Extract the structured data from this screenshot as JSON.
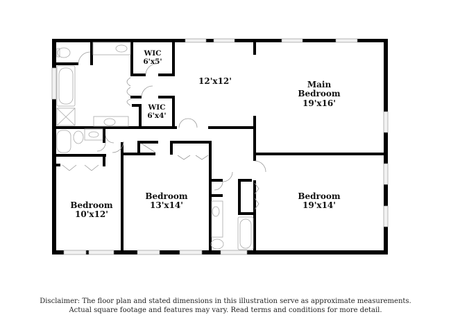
{
  "floorplan": {
    "rooms": [
      {
        "id": "wic-1",
        "name": "WIC",
        "size": "6'x5'"
      },
      {
        "id": "wic-2",
        "name": "WIC",
        "size": "6'x4'"
      },
      {
        "id": "loft",
        "name": "",
        "size": "12'x12'"
      },
      {
        "id": "main-bedroom",
        "name_line1": "Main",
        "name_line2": "Bedroom",
        "size": "19'x16'"
      },
      {
        "id": "bedroom-1",
        "name": "Bedroom",
        "size": "10'x12'"
      },
      {
        "id": "bedroom-2",
        "name": "Bedroom",
        "size": "13'x14'"
      },
      {
        "id": "bedroom-3",
        "name": "Bedroom",
        "size": "19'x14'"
      }
    ],
    "colors": {
      "wall": "#000000",
      "window": "#f2f2f2",
      "fixture": "#a8a8a8",
      "background": "#ffffff"
    }
  },
  "disclaimer": {
    "line1": "Disclaimer: The floor plan and stated dimensions in this illustration serve as approximate measurements.",
    "line2": "Actual square footage and features may vary. Read terms and conditions for more detail."
  }
}
